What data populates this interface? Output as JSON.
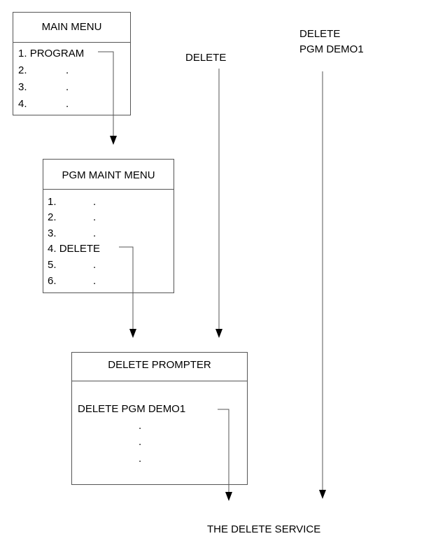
{
  "main_menu": {
    "title": "MAIN MENU",
    "items": [
      {
        "number": "1.",
        "label": "PROGRAM"
      },
      {
        "number": "2.",
        "label": "."
      },
      {
        "number": "3.",
        "label": "."
      },
      {
        "number": "4.",
        "label": "."
      }
    ]
  },
  "pgm_maint_menu": {
    "title": "PGM MAINT MENU",
    "items": [
      {
        "number": "1.",
        "label": "."
      },
      {
        "number": "2.",
        "label": "."
      },
      {
        "number": "3.",
        "label": "."
      },
      {
        "number": "4.",
        "label": "DELETE"
      },
      {
        "number": "5.",
        "label": "."
      },
      {
        "number": "6.",
        "label": "."
      }
    ]
  },
  "delete_prompter": {
    "title": "DELETE PROMPTER",
    "command": "DELETE PGM DEMO1",
    "dots": [
      ".",
      ".",
      "."
    ]
  },
  "delete_command_label": "DELETE",
  "delete_pgm_label": {
    "line1": "DELETE",
    "line2": "PGM DEMO1"
  },
  "service_label": "THE DELETE SERVICE",
  "colors": {
    "box_border": "#555555",
    "arrow": "#555555",
    "text": "#000000",
    "background": "#ffffff"
  }
}
